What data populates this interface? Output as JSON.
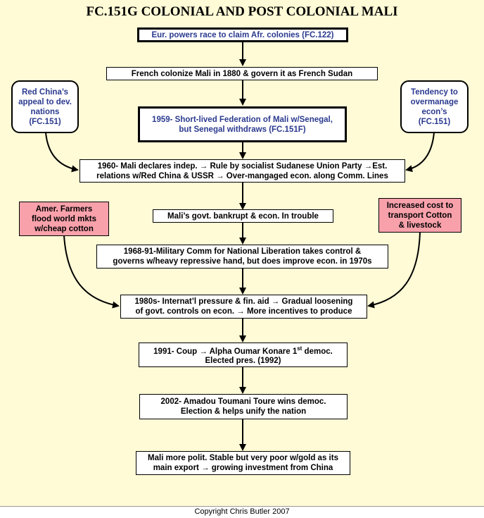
{
  "title": "FC.151G COLONIAL AND POST COLONIAL MALI",
  "boxes": {
    "eur_race": "Eur. powers race to claim Afr. colonies (FC.122)",
    "french_colonize": "French colonize Mali in 1880 & govern it as French Sudan",
    "federation_1959": "1959- Short-lived Federation of Mali w/Senegal,\nbut Senegal withdraws (FC.151F)",
    "indep_1960": "1960- Mali declares indep. → Rule by socialist Sudanese Union Party →Est.\nrelations w/Red China & USSR → Over-mangaged econ. along Comm. Lines",
    "bankrupt": "Mali’s govt. bankrupt & econ. In trouble",
    "military_1968": "1968-91-Military Comm for National Liberation takes control &\ngoverns w/heavy repressive hand, but does improve econ. in 1970s",
    "pressure_1980s": "1980s- Internat’l pressure & fin. aid → Gradual loosening\nof govt. controls on econ. → More incentives to produce",
    "coup_1991_line1": "1991- Coup → Alpha Oumar Konare 1",
    "coup_1991_sup": "st",
    "coup_1991_line1_end": " democ.",
    "coup_1991_line2": "Elected pres. (1992)",
    "toure_2002": "2002- Amadou Toumani Toure wins democ.\nElection & helps unify the nation",
    "mali_now": "Mali more polit. Stable but very poor w/gold as its\nmain export → growing investment from China"
  },
  "side": {
    "red_china": "Red China’s\nappeal to dev.\nnations\n(FC.151)",
    "overmanage": "Tendency to\novermanage\necon’s\n(FC.151)",
    "amer_farmers": "Amer. Farmers\nflood world mkts\nw/cheap cotton",
    "cost_transport": "Increased cost to\ntransport Cotton\n& livestock"
  },
  "footer": "Copyright Chris Butler 2007",
  "colors": {
    "background": "#fffbd6",
    "blue_text": "#2b3a8f",
    "pink": "#f8a1ab"
  }
}
